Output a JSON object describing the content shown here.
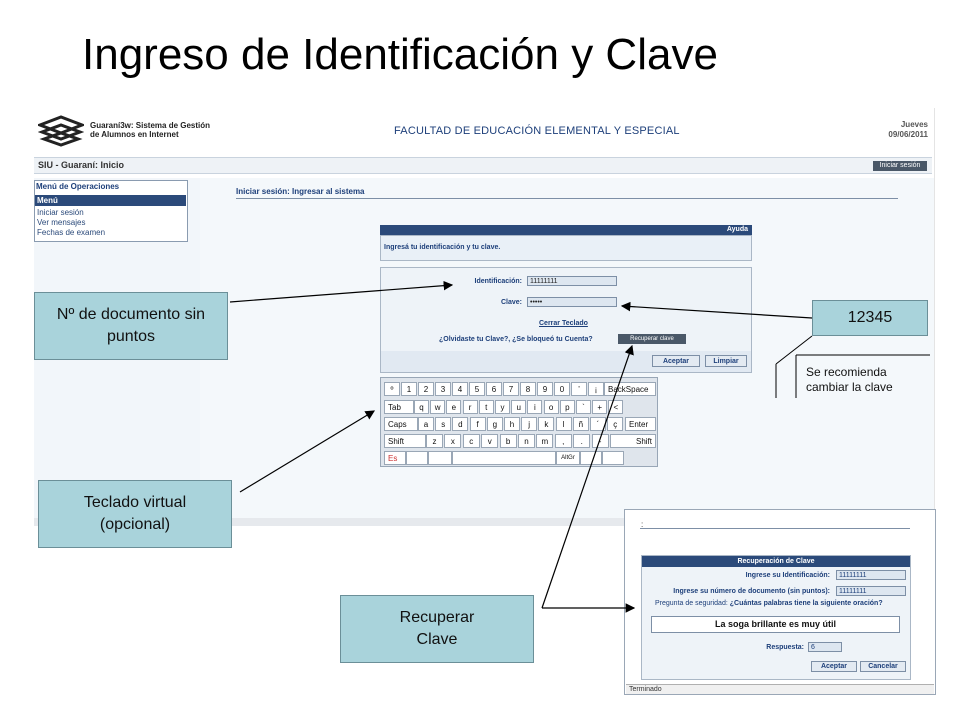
{
  "slide": {
    "title": "Ingreso de Identificación y Clave"
  },
  "header": {
    "brand_line1": "Guaraní3w: Sistema de Gestión",
    "brand_line2": "de Alumnos en Internet",
    "faculty": "FACULTAD DE EDUCACIÓN ELEMENTAL Y ESPECIAL",
    "day": "Jueves",
    "date": "09/06/2011"
  },
  "nav": {
    "title": "SIU - Guaraní: Inicio",
    "login_button": "Iniciar sesión"
  },
  "menu": {
    "heading": "Menú de Operaciones",
    "bar": "Menú",
    "items": [
      "Iniciar sesión",
      "Ver mensajes",
      "Fechas de examen"
    ]
  },
  "main": {
    "section_title": "Iniciar sesión: Ingresar al sistema"
  },
  "login": {
    "help_label": "Ayuda",
    "help_text": "Ingresá tu identificación y tu clave.",
    "id_label": "Identificación:",
    "id_value": "11111111",
    "pwd_label": "Clave:",
    "pwd_value": "•••••",
    "close_keyboard": "Cerrar Teclado",
    "forgot_text": "¿Olvidaste tu Clave?, ¿Se bloqueó tu Cuenta?",
    "recover_button": "Recuperar clave",
    "accept_button": "Aceptar",
    "clear_button": "Limpiar"
  },
  "keyboard": {
    "row1": [
      "º",
      "1",
      "2",
      "3",
      "4",
      "5",
      "6",
      "7",
      "8",
      "9",
      "0",
      "’",
      "¡"
    ],
    "backspace": "BackSpace",
    "tab": "Tab",
    "row2": [
      "q",
      "w",
      "e",
      "r",
      "t",
      "y",
      "u",
      "i",
      "o",
      "p",
      "`",
      "+",
      "<"
    ],
    "caps": "Caps",
    "row3": [
      "a",
      "s",
      "d",
      "f",
      "g",
      "h",
      "j",
      "k",
      "l",
      "ñ",
      "´",
      "ç"
    ],
    "enter": "Enter",
    "shift_left": "Shift",
    "row4": [
      "z",
      "x",
      "c",
      "v",
      "b",
      "n",
      "m",
      ",",
      ".",
      "-"
    ],
    "shift_right": "Shift",
    "es": "Es",
    "altgr": "AltGr"
  },
  "recovery": {
    "colon": ":",
    "heading": "Recuperación de Clave",
    "id_label": "Ingrese su Identificación:",
    "id_value": "11111111",
    "doc_label": "Ingrese su número de documento (sin puntos):",
    "doc_value": "11111111",
    "question_prefix": "Pregunta de seguridad:",
    "question_text": "¿Cuántas palabras tiene la siguiente oración?",
    "phrase": "La soga brillante es muy útil",
    "answer_label": "Respuesta:",
    "answer_value": "6",
    "accept_button": "Aceptar",
    "cancel_button": "Cancelar",
    "status": "Terminado"
  },
  "callouts": {
    "document": "Nº de documento sin puntos",
    "password": "12345",
    "keyboard": "Teclado virtual (opcional)",
    "recover": "Recuperar Clave",
    "note_line1": "Se recomienda",
    "note_line2": "cambiar la clave"
  },
  "colors": {
    "accent": "#2b4a7a",
    "callout": "#a9d3db",
    "title_blue": "#1d3f7a"
  }
}
